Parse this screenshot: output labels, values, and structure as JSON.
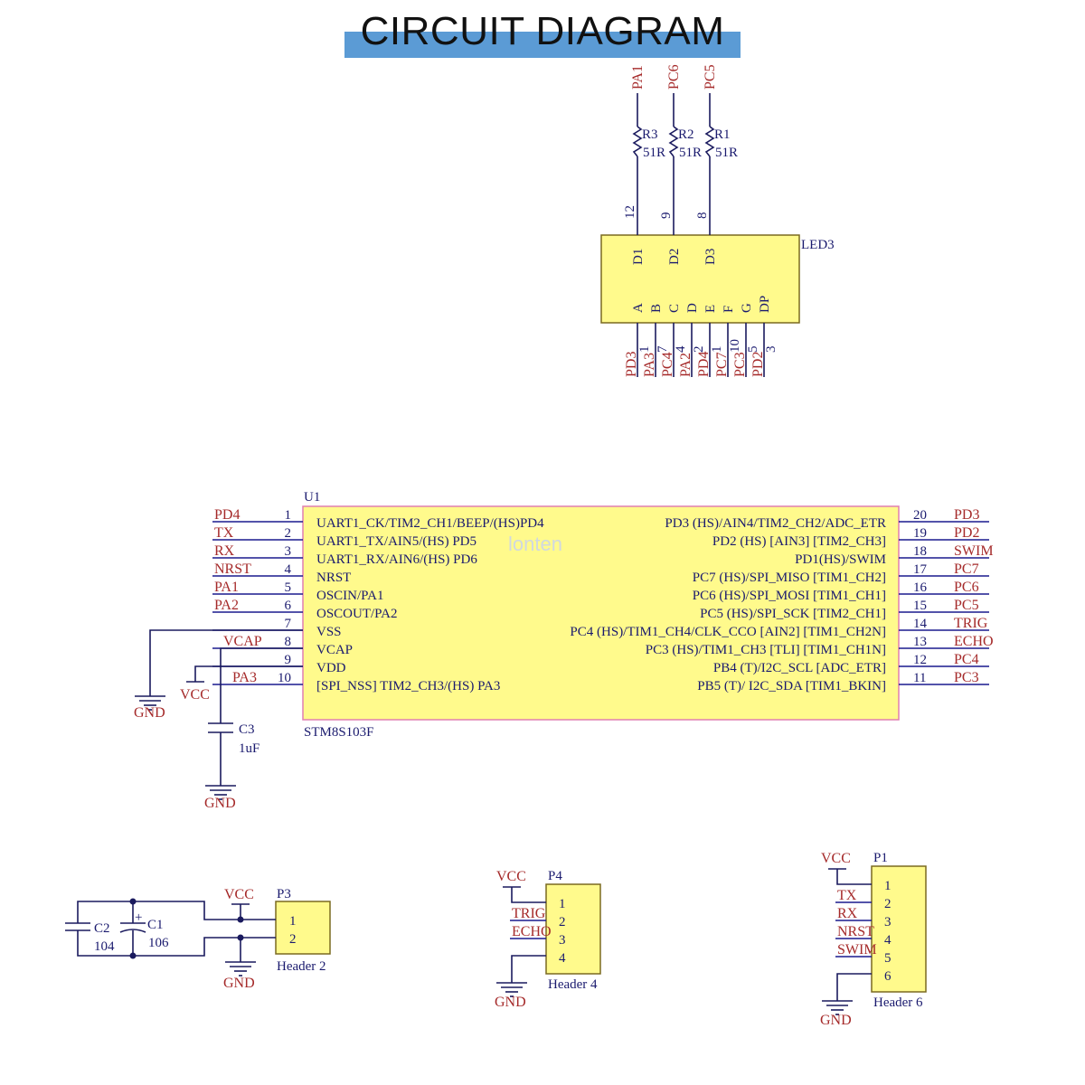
{
  "title": "CIRCUIT DIAGRAM",
  "watermark": "lonten",
  "colors": {
    "title_bar": "#5b9bd5",
    "net_label": "#a52a2a",
    "component_fill": "#fffa8c",
    "wire": "#1a1a5e"
  },
  "led": {
    "designator": "LED3",
    "top_nets": [
      {
        "net": "PA1",
        "res": "R3",
        "value": "51R",
        "pin": "12",
        "inner": "D1"
      },
      {
        "net": "PC6",
        "res": "R2",
        "value": "51R",
        "pin": "9",
        "inner": "D2"
      },
      {
        "net": "PC5",
        "res": "R1",
        "value": "51R",
        "pin": "8",
        "inner": "D3"
      }
    ],
    "bottom_nets": [
      {
        "net": "PD3",
        "pin": "1",
        "inner": "A"
      },
      {
        "net": "PA3",
        "pin": "7",
        "inner": "B"
      },
      {
        "net": "PC4",
        "pin": "4",
        "inner": "C"
      },
      {
        "net": "PA2",
        "pin": "2",
        "inner": "D"
      },
      {
        "net": "PD4",
        "pin": "1",
        "inner": "E"
      },
      {
        "net": "PC7",
        "pin": "10",
        "inner": "F"
      },
      {
        "net": "PC3",
        "pin": "5",
        "inner": "G"
      },
      {
        "net": "PD2",
        "pin": "3",
        "inner": "DP"
      }
    ]
  },
  "mcu": {
    "designator": "U1",
    "part": "STM8S103F",
    "left_pins": [
      {
        "num": "1",
        "net": "PD4",
        "name": "UART1_CK/TIM2_CH1/BEEP/(HS)PD4"
      },
      {
        "num": "2",
        "net": "TX",
        "name": "UART1_TX/AIN5/(HS) PD5"
      },
      {
        "num": "3",
        "net": "RX",
        "name": "UART1_RX/AIN6/(HS) PD6"
      },
      {
        "num": "4",
        "net": "NRST",
        "name": "NRST"
      },
      {
        "num": "5",
        "net": "PA1",
        "name": "OSCIN/PA1"
      },
      {
        "num": "6",
        "net": "PA2",
        "name": "OSCOUT/PA2"
      },
      {
        "num": "7",
        "net": "",
        "name": "VSS"
      },
      {
        "num": "8",
        "net": "VCAP",
        "name": "VCAP"
      },
      {
        "num": "9",
        "net": "",
        "name": "VDD"
      },
      {
        "num": "10",
        "net": "PA3",
        "name": "[SPI_NSS] TIM2_CH3/(HS) PA3"
      }
    ],
    "right_pins": [
      {
        "num": "20",
        "net": "PD3",
        "name": "PD3 (HS)/AIN4/TIM2_CH2/ADC_ETR"
      },
      {
        "num": "19",
        "net": "PD2",
        "name": "PD2 (HS) [AIN3] [TIM2_CH3]"
      },
      {
        "num": "18",
        "net": "SWIM",
        "name": "PD1(HS)/SWIM"
      },
      {
        "num": "17",
        "net": "PC7",
        "name": "PC7 (HS)/SPI_MISO [TIM1_CH2]"
      },
      {
        "num": "16",
        "net": "PC6",
        "name": "PC6 (HS)/SPI_MOSI [TIM1_CH1]"
      },
      {
        "num": "15",
        "net": "PC5",
        "name": "PC5 (HS)/SPI_SCK [TIM2_CH1]"
      },
      {
        "num": "14",
        "net": "TRIG",
        "name": "PC4 (HS)/TIM1_CH4/CLK_CCO [AIN2] [TIM1_CH2N]"
      },
      {
        "num": "13",
        "net": "ECHO",
        "name": "PC3 (HS)/TIM1_CH3 [TLI] [TIM1_CH1N]"
      },
      {
        "num": "12",
        "net": "PC4",
        "name": "PB4 (T)/I2C_SCL [ADC_ETR]"
      },
      {
        "num": "11",
        "net": "PC3",
        "name": "PB5 (T)/ I2C_SDA [TIM1_BKIN]"
      }
    ],
    "gnd_label": "GND",
    "vcc_label": "VCC",
    "c3": {
      "name": "C3",
      "value": "1uF",
      "gnd": "GND"
    }
  },
  "p3": {
    "designator": "P3",
    "part": "Header 2",
    "pins": [
      "1",
      "2"
    ],
    "vcc": "VCC",
    "gnd": "GND",
    "c2": {
      "name": "C2",
      "value": "104"
    },
    "c1": {
      "name": "C1",
      "value": "106",
      "plus": "+"
    }
  },
  "p4": {
    "designator": "P4",
    "part": "Header 4",
    "pins": [
      "1",
      "2",
      "3",
      "4"
    ],
    "vcc": "VCC",
    "nets": [
      "TRIG",
      "ECHO"
    ],
    "gnd": "GND"
  },
  "p1": {
    "designator": "P1",
    "part": "Header 6",
    "pins": [
      "1",
      "2",
      "3",
      "4",
      "5",
      "6"
    ],
    "vcc": "VCC",
    "nets": [
      "TX",
      "RX",
      "NRST",
      "SWIM"
    ],
    "gnd": "GND"
  }
}
